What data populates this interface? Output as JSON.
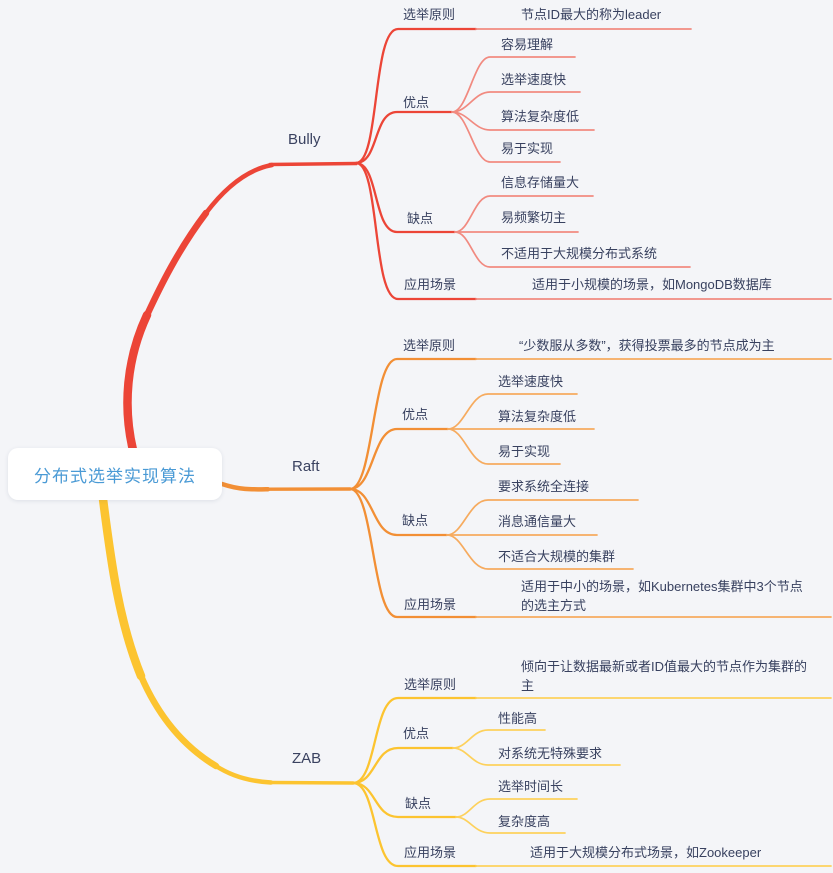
{
  "root": {
    "label": "分布式选举实现算法"
  },
  "colors": {
    "background": "#f4f5f8",
    "node_text": "#38415f",
    "root_text": "#4a9ad5"
  },
  "branches": [
    {
      "name": "Bully",
      "color": "#ec4537",
      "color_light": "#f18a80",
      "children": [
        {
          "label": "选举原则",
          "leaves": [
            "节点ID最大的称为leader"
          ]
        },
        {
          "label": "优点",
          "leaves": [
            "容易理解",
            "选举速度快",
            "算法复杂度低",
            "易于实现"
          ]
        },
        {
          "label": "缺点",
          "leaves": [
            "信息存储量大",
            "易频繁切主",
            "不适用于大规模分布式系统"
          ]
        },
        {
          "label": "应用场景",
          "leaves": [
            "适用于小规模的场景，如MongoDB数据库"
          ]
        }
      ]
    },
    {
      "name": "Raft",
      "color": "#f28f35",
      "color_light": "#f6ab5f",
      "children": [
        {
          "label": "选举原则",
          "leaves": [
            "“少数服从多数”，获得投票最多的节点成为主"
          ]
        },
        {
          "label": "优点",
          "leaves": [
            "选举速度快",
            "算法复杂度低",
            "易于实现"
          ]
        },
        {
          "label": "缺点",
          "leaves": [
            "要求系统全连接",
            "消息通信量大",
            "不适合大规模的集群"
          ]
        },
        {
          "label": "应用场景",
          "leaves": [
            "适用于中小的场景，如Kubernetes集群中3个节点的选主方式"
          ]
        }
      ]
    },
    {
      "name": "ZAB",
      "color": "#fcc430",
      "color_light": "#fdd15c",
      "children": [
        {
          "label": "选举原则",
          "leaves": [
            "倾向于让数据最新或者ID值最大的节点作为集群的主"
          ]
        },
        {
          "label": "优点",
          "leaves": [
            "性能高",
            "对系统无特殊要求"
          ]
        },
        {
          "label": "缺点",
          "leaves": [
            "选举时间长",
            "复杂度高"
          ]
        },
        {
          "label": "应用场景",
          "leaves": [
            "适用于大规模分布式场景，如Zookeeper"
          ]
        }
      ]
    }
  ]
}
